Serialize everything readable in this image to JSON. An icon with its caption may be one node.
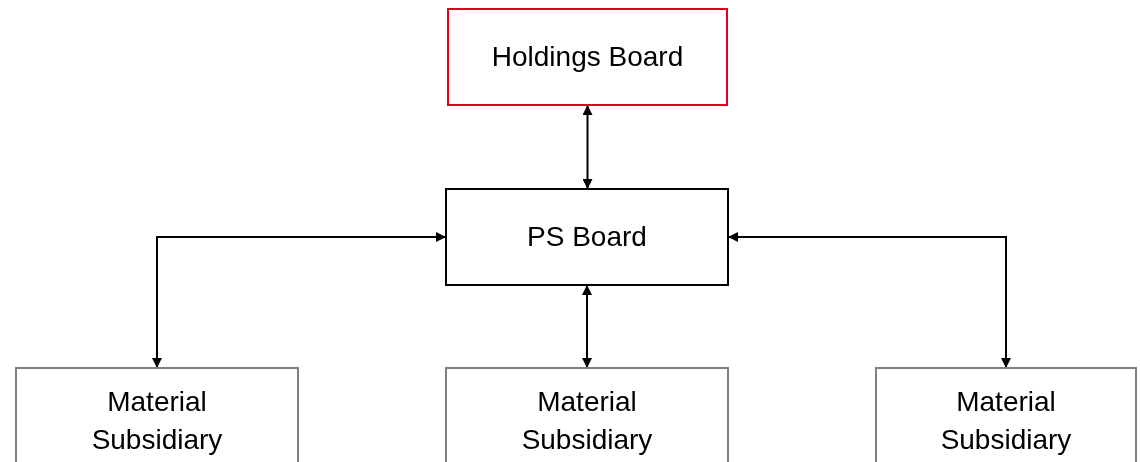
{
  "diagram": {
    "nodes": [
      {
        "text": [
          "Holdings Board"
        ]
      },
      {
        "text": [
          "PS Board"
        ]
      },
      {
        "text": [
          "Material Subsidiary"
        ]
      },
      {
        "text": [
          "Material Subsidiary"
        ]
      },
      {
        "text": [
          "Material Subsidiary"
        ]
      }
    ],
    "edges": [
      {
        "from": 0,
        "to": 1,
        "arrow": "both"
      },
      {
        "from": 1,
        "to": 2,
        "arrow": "both"
      },
      {
        "from": 1,
        "to": 3,
        "arrow": "both"
      },
      {
        "from": 1,
        "to": 4,
        "arrow": "both"
      }
    ]
  }
}
